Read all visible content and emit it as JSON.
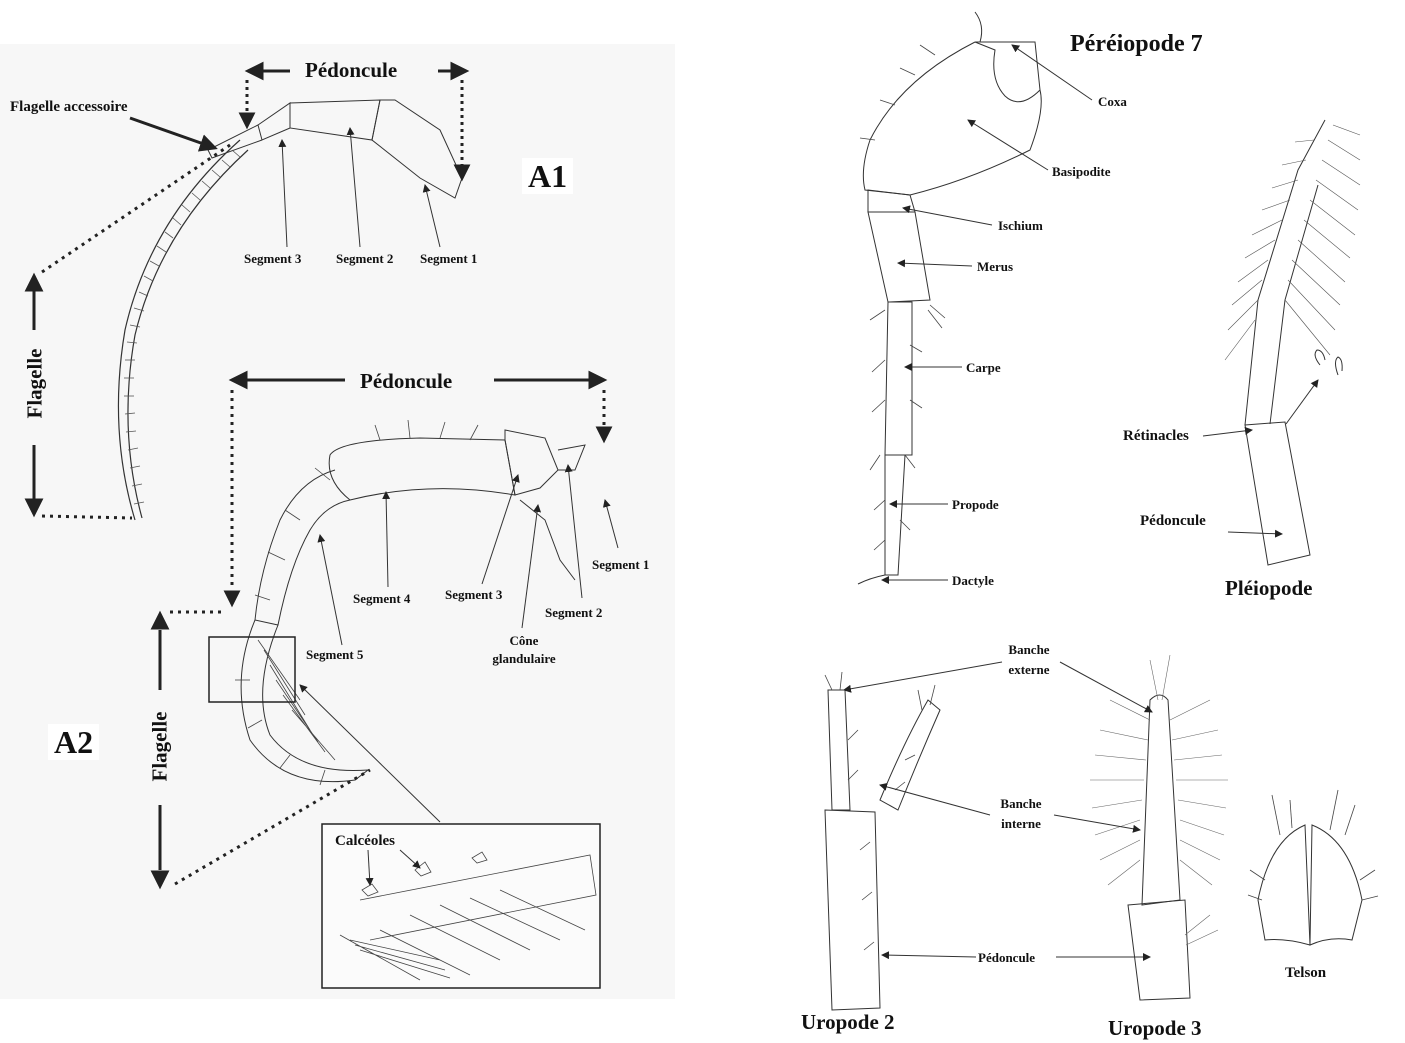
{
  "a1": {
    "panel_label": "A1",
    "pedoncule_label": "Pédoncule",
    "flagelle_label": "Flagelle",
    "flagelle_accessoire_label": "Flagelle accessoire",
    "segments": [
      "Segment 3",
      "Segment 2",
      "Segment 1"
    ]
  },
  "a2": {
    "panel_label": "A2",
    "pedoncule_label": "Pédoncule",
    "flagelle_label": "Flagelle",
    "segments": [
      "Segment 1",
      "Segment 2",
      "Segment 3",
      "Segment 4",
      "Segment 5"
    ],
    "cone_label_line1": "Cône",
    "cone_label_line2": "glandulaire",
    "inset_label": "Calcéoles"
  },
  "pereiopode": {
    "title": "Péréiopode 7",
    "parts": [
      "Coxa",
      "Basipodite",
      "Ischium",
      "Merus",
      "Carpe",
      "Propode",
      "Dactyle"
    ]
  },
  "pleiopode": {
    "title": "Pléiopode",
    "retinacles_label": "Rétinacles",
    "pedoncule_label": "Pédoncule"
  },
  "uropodes": {
    "uropode2_title": "Uropode 2",
    "uropode3_title": "Uropode 3",
    "branche_externe_line1": "Banche",
    "branche_externe_line2": "externe",
    "branche_interne_line1": "Banche",
    "branche_interne_line2": "interne",
    "pedoncule_label": "Pédoncule"
  },
  "telson": {
    "title": "Telson"
  }
}
